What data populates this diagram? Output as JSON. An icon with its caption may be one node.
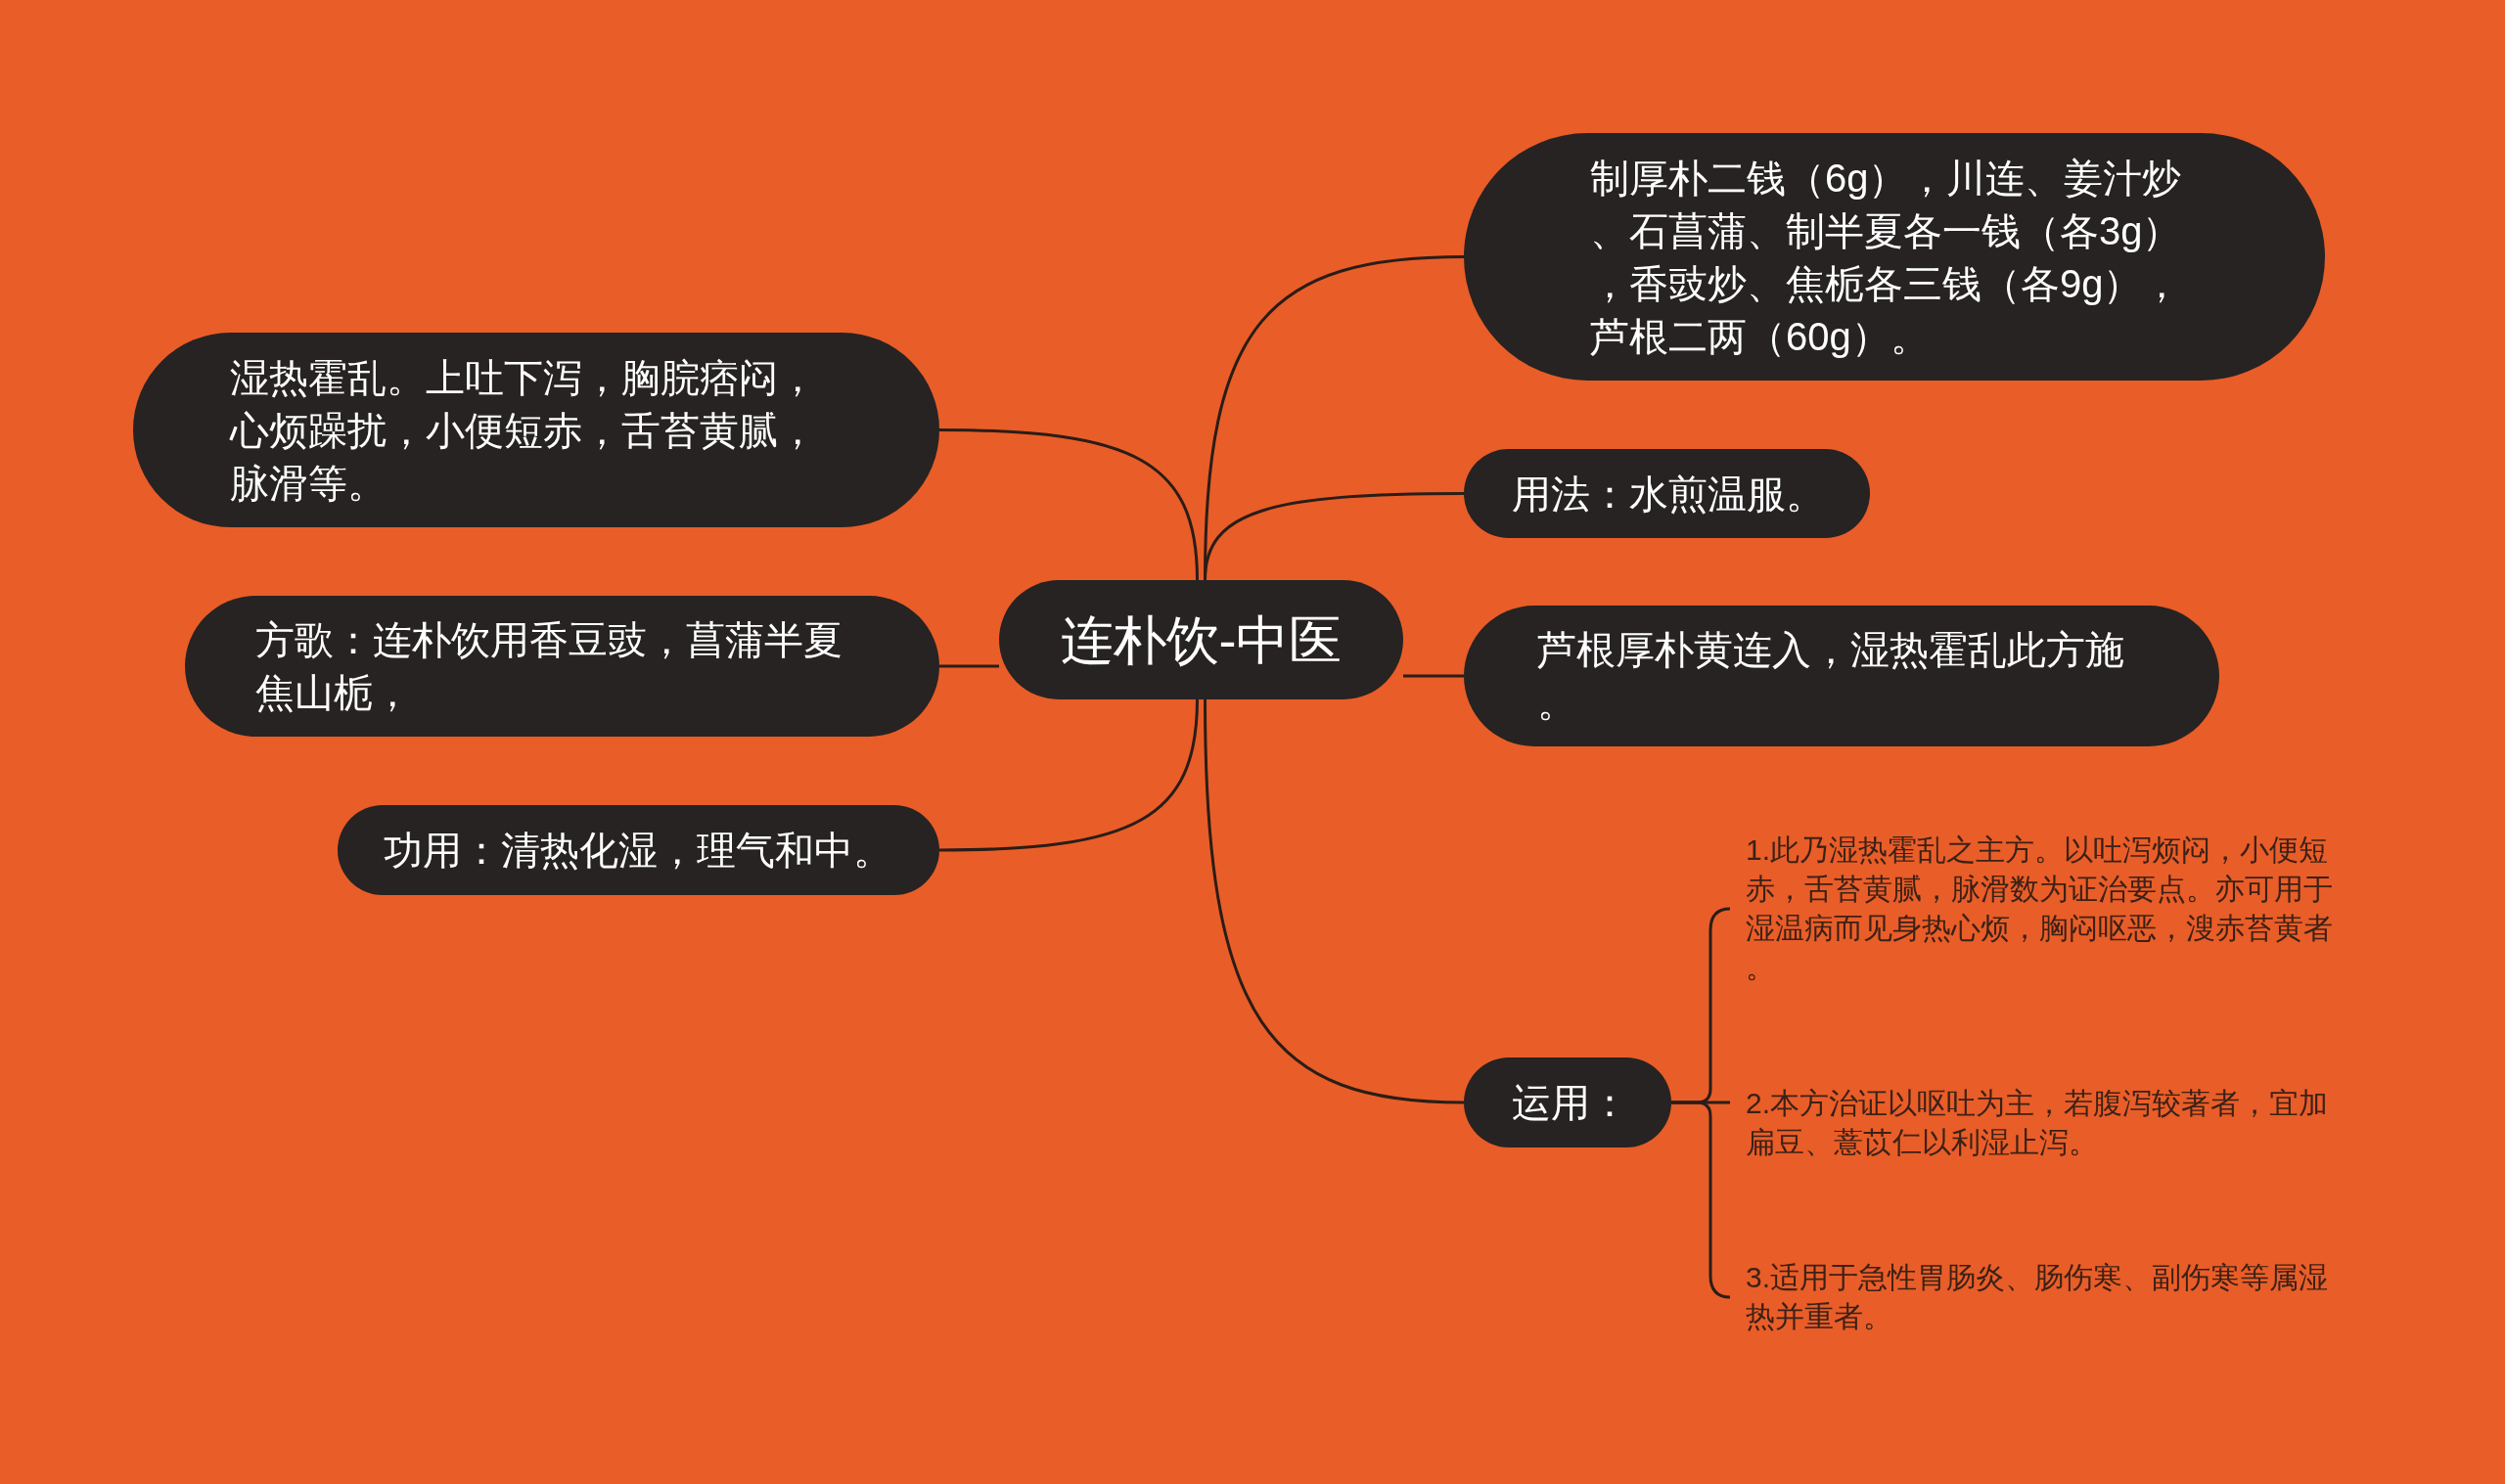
{
  "diagram": {
    "nodes": [
      {
        "text": [
          "连朴饮-中医"
        ]
      },
      {
        "text": [
          "制厚朴二钱（6g），川连、姜汁炒、石菖蒲、制半夏各一钱（各3g），香豉炒、焦栀各三钱（各9g），芦根二两（60g）。"
        ]
      },
      {
        "text": [
          "用法：水煎温服。"
        ]
      },
      {
        "text": [
          "芦根厚朴黄连入，湿热霍乱此方施。"
        ]
      },
      {
        "text": [
          "运用："
        ]
      },
      {
        "text": [
          "1.此乃湿热霍乱之主方。以吐泻烦闷，小便短赤，舌苔黄腻，脉滑数为证治要点。亦可用于湿温病而见身热心烦，胸闷呕恶，溲赤苔黄者。"
        ]
      },
      {
        "text": [
          "2.本方治证以呕吐为主，若腹泻较著者，宜加扁豆、薏苡仁以利湿止泻。"
        ]
      },
      {
        "text": [
          "3.适用于急性胃肠炎、肠伤寒、副伤寒等属湿热并重者。"
        ]
      },
      {
        "text": [
          "湿热霍乱。上吐下泻，胸脘痞闷，心烦躁扰，小便短赤，舌苔黄腻，脉滑等。"
        ]
      },
      {
        "text": [
          "方歌：连朴饮用香豆豉，菖蒲半夏焦山栀，"
        ]
      },
      {
        "text": [
          "功用：清热化湿，理气和中。"
        ]
      }
    ],
    "edges": [
      {
        "from": 0,
        "to": 1,
        "arrow": "none"
      },
      {
        "from": 0,
        "to": 2,
        "arrow": "none"
      },
      {
        "from": 0,
        "to": 3,
        "arrow": "none"
      },
      {
        "from": 0,
        "to": 4,
        "arrow": "none"
      },
      {
        "from": 4,
        "to": 5,
        "arrow": "none"
      },
      {
        "from": 4,
        "to": 6,
        "arrow": "none"
      },
      {
        "from": 4,
        "to": 7,
        "arrow": "none"
      },
      {
        "from": 0,
        "to": 8,
        "arrow": "none"
      },
      {
        "from": 0,
        "to": 9,
        "arrow": "none"
      },
      {
        "from": 0,
        "to": 10,
        "arrow": "none"
      }
    ]
  }
}
